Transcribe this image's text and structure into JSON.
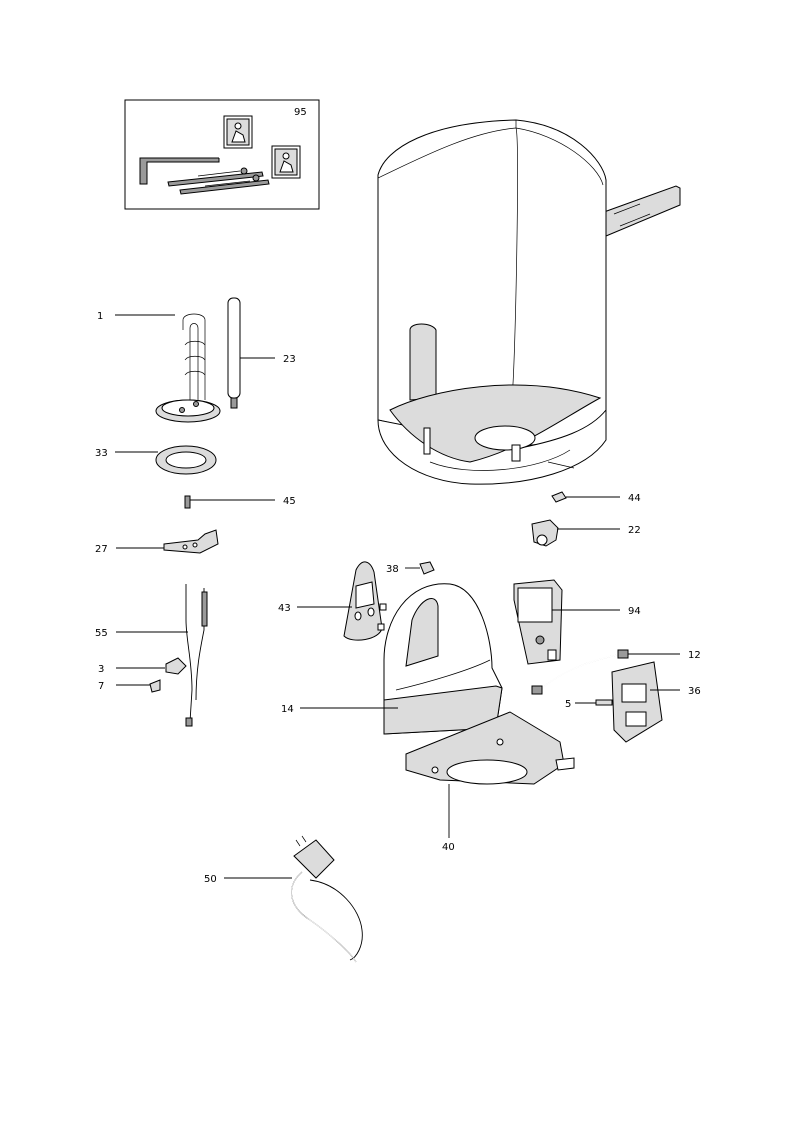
{
  "callouts": {
    "c95": "95",
    "c1": "1",
    "c23": "23",
    "c33": "33",
    "c45": "45",
    "c27": "27",
    "c55": "55",
    "c3": "3",
    "c7": "7",
    "c44": "44",
    "c22": "22",
    "c38": "38",
    "c43": "43",
    "c94": "94",
    "c12": "12",
    "c36": "36",
    "c5": "5",
    "c14": "14",
    "c40": "40",
    "c50": "50"
  }
}
